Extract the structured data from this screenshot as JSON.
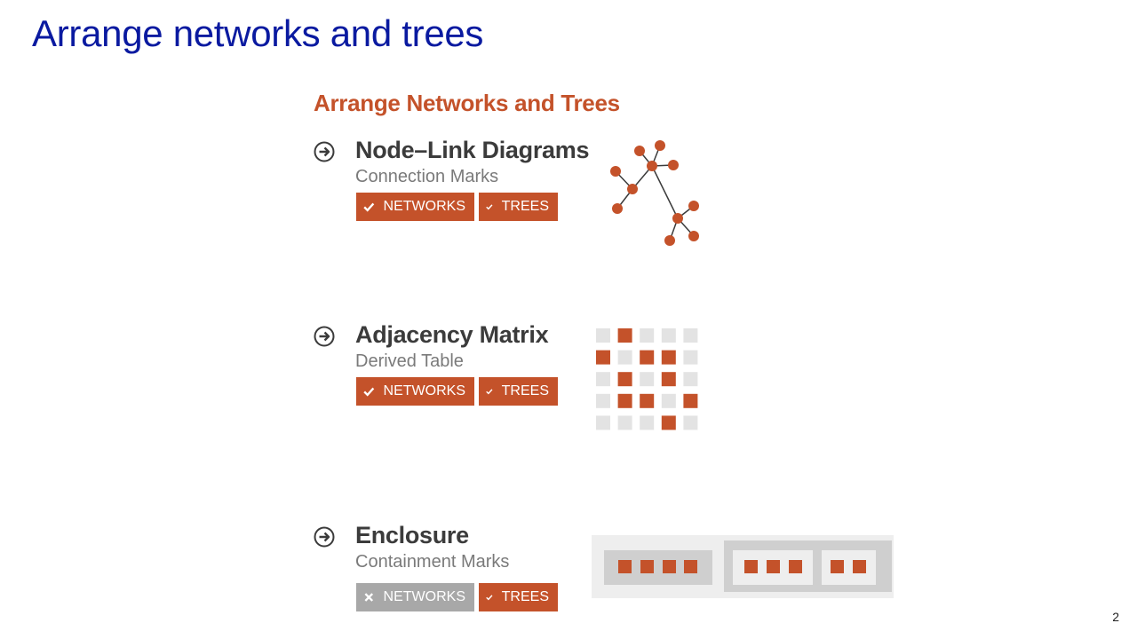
{
  "slide": {
    "title": "Arrange networks and trees",
    "page_number": "2"
  },
  "figure": {
    "title": "Arrange Networks and Trees",
    "accent_color": "#c4522a",
    "muted_color": "#a8a8a8",
    "sections": [
      {
        "heading": "Node–Link Diagrams",
        "caption": "Connection Marks",
        "icon": "arrow-circle-icon",
        "badges": [
          {
            "label": "NETWORKS",
            "supported": true,
            "icon": "check-icon"
          },
          {
            "label": "TREES",
            "supported": true,
            "icon": "check-icon"
          }
        ]
      },
      {
        "heading": "Adjacency Matrix",
        "caption": "Derived Table",
        "icon": "arrow-circle-icon",
        "badges": [
          {
            "label": "NETWORKS",
            "supported": true,
            "icon": "check-icon"
          },
          {
            "label": "TREES",
            "supported": true,
            "icon": "check-icon"
          }
        ]
      },
      {
        "heading": "Enclosure",
        "caption": "Containment Marks",
        "icon": "arrow-circle-icon",
        "badges": [
          {
            "label": "NETWORKS",
            "supported": false,
            "icon": "cross-icon"
          },
          {
            "label": "TREES",
            "supported": true,
            "icon": "check-icon"
          }
        ]
      }
    ],
    "matrix_cells": [
      [
        0,
        1,
        0,
        0,
        0
      ],
      [
        1,
        0,
        1,
        1,
        0
      ],
      [
        0,
        1,
        0,
        1,
        0
      ],
      [
        0,
        1,
        1,
        0,
        1
      ],
      [
        0,
        0,
        0,
        1,
        0
      ]
    ],
    "enclosure_groups": [
      4,
      3,
      2
    ]
  }
}
